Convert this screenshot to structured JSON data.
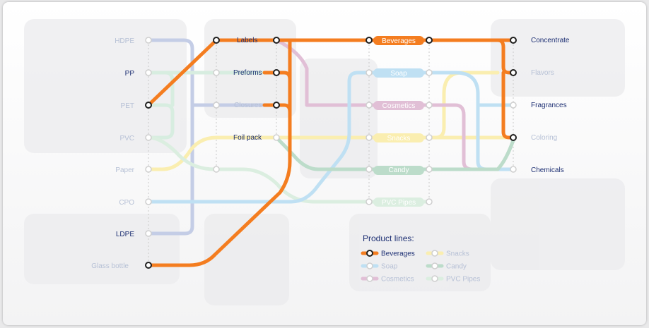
{
  "palette": {
    "beverages": "#f47d20",
    "soap": "#bfe0f3",
    "cosmetics": "#e1bfd6",
    "snacks": "#faeeb0",
    "candy": "#bcdcca",
    "pvc_pipes": "#dbeee0",
    "neutral": "#c4cde6",
    "light_green": "#d7ede0"
  },
  "materials": [
    {
      "id": "hdpe",
      "label": "HDPE",
      "active": false
    },
    {
      "id": "pp",
      "label": "PP",
      "active": false
    },
    {
      "id": "pet",
      "label": "PET",
      "active": true
    },
    {
      "id": "pvc",
      "label": "PVC",
      "active": false
    },
    {
      "id": "paper",
      "label": "Paper",
      "active": false
    },
    {
      "id": "cpo",
      "label": "CPO",
      "active": false
    },
    {
      "id": "ldpe",
      "label": "LDPE",
      "active": false
    },
    {
      "id": "glass",
      "label": "Glass bottle",
      "active": true
    }
  ],
  "components": [
    {
      "id": "labels",
      "label": "Labels",
      "active": true
    },
    {
      "id": "preforms",
      "label": "Preforms",
      "active": true
    },
    {
      "id": "closures",
      "label": "Closures",
      "active": true
    },
    {
      "id": "foil",
      "label": "Foil pack",
      "active": false
    }
  ],
  "products": [
    {
      "id": "beverages",
      "label": "Beverages",
      "color": "#f47d20",
      "active": true
    },
    {
      "id": "soap",
      "label": "Soap",
      "color": "#bfe0f3",
      "active": false
    },
    {
      "id": "cosmetics",
      "label": "Cosmetics",
      "color": "#e1bfd6",
      "active": false
    },
    {
      "id": "snacks",
      "label": "Snacks",
      "color": "#faeeb0",
      "active": false
    },
    {
      "id": "candy",
      "label": "Candy",
      "color": "#bcdcca",
      "active": false
    },
    {
      "id": "pvcpipes",
      "label": "PVC Pipes",
      "color": "#dbeee0",
      "active": false
    }
  ],
  "outputs": [
    {
      "id": "concentrate",
      "label": "Concentrate",
      "active": true
    },
    {
      "id": "flavors",
      "label": "Flavors",
      "active": true
    },
    {
      "id": "fragrances",
      "label": "Fragrances",
      "active": false
    },
    {
      "id": "coloring",
      "label": "Coloring",
      "active": true
    },
    {
      "id": "chemicals",
      "label": "Chemicals",
      "active": false
    }
  ],
  "legend": {
    "title": "Product lines:",
    "items": [
      {
        "label": "Beverages",
        "color": "#f47d20",
        "active": true
      },
      {
        "label": "Snacks",
        "color": "#faeeb0",
        "active": false
      },
      {
        "label": "Soap",
        "color": "#bfe0f3",
        "active": false
      },
      {
        "label": "Candy",
        "color": "#bcdcca",
        "active": false
      },
      {
        "label": "Cosmetics",
        "color": "#e1bfd6",
        "active": false
      },
      {
        "label": "PVC Pipes",
        "color": "#dbeee0",
        "active": false
      }
    ]
  }
}
